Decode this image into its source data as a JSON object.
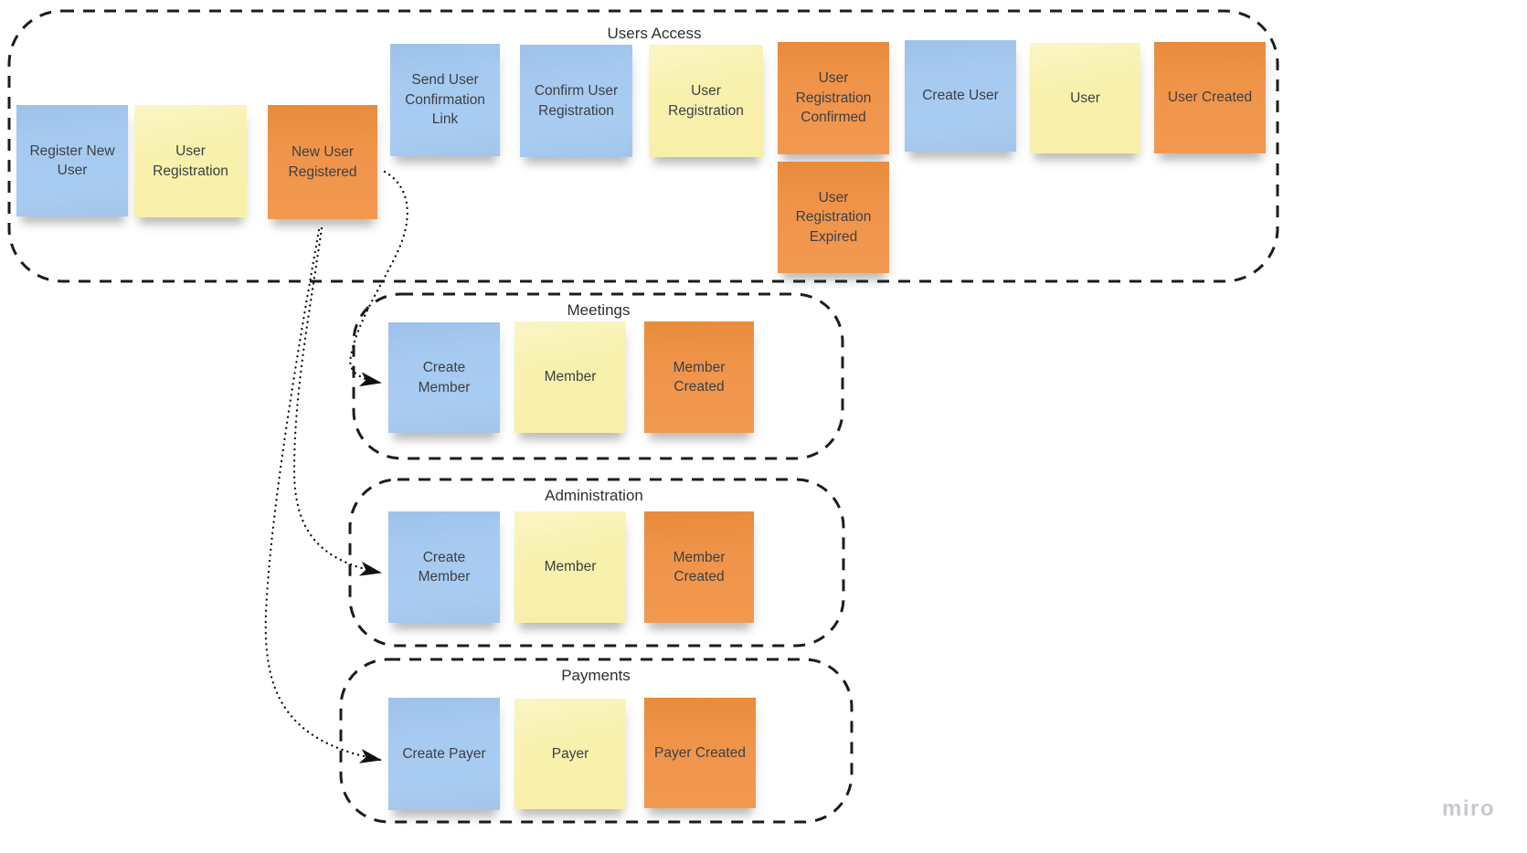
{
  "watermark": "miro",
  "colors": {
    "note_blue": "#a6c9ef",
    "note_yellow": "#f8f1ae",
    "note_orange": "#f0944a",
    "note_text": "#3d4045",
    "outline": "#1c1c1c",
    "watermark_gray": "#c8c8d4"
  },
  "groups": [
    {
      "title": "Users Access",
      "notes": [
        {
          "label": "Register New User",
          "color": "blue"
        },
        {
          "label": "User Registration",
          "color": "yellow"
        },
        {
          "label": "New User Registered",
          "color": "orange"
        },
        {
          "label": "Send User Confirmation Link",
          "color": "blue"
        },
        {
          "label": "Confirm User Registration",
          "color": "blue"
        },
        {
          "label": "User Registration",
          "color": "yellow"
        },
        {
          "label": "User Registration Confirmed",
          "color": "orange"
        },
        {
          "label": "User Registration Expired",
          "color": "orange"
        },
        {
          "label": "Create User",
          "color": "blue"
        },
        {
          "label": "User",
          "color": "yellow"
        },
        {
          "label": "User Created",
          "color": "orange"
        }
      ]
    },
    {
      "title": "Meetings",
      "notes": [
        {
          "label": "Create Member",
          "color": "blue"
        },
        {
          "label": "Member",
          "color": "yellow"
        },
        {
          "label": "Member Created",
          "color": "orange"
        }
      ]
    },
    {
      "title": "Administration",
      "notes": [
        {
          "label": "Create Member",
          "color": "blue"
        },
        {
          "label": "Member",
          "color": "yellow"
        },
        {
          "label": "Member Created",
          "color": "orange"
        }
      ]
    },
    {
      "title": "Payments",
      "notes": [
        {
          "label": "Create Payer",
          "color": "blue"
        },
        {
          "label": "Payer",
          "color": "yellow"
        },
        {
          "label": "Payer Created",
          "color": "orange"
        }
      ]
    }
  ],
  "connectors": [
    {
      "from": "New User Registered",
      "to": "Create Member (Meetings)",
      "style": "dotted-arrow"
    },
    {
      "from": "New User Registered",
      "to": "Create Member (Administration)",
      "style": "dotted-arrow"
    },
    {
      "from": "New User Registered",
      "to": "Create Payer (Payments)",
      "style": "dotted-arrow"
    }
  ]
}
